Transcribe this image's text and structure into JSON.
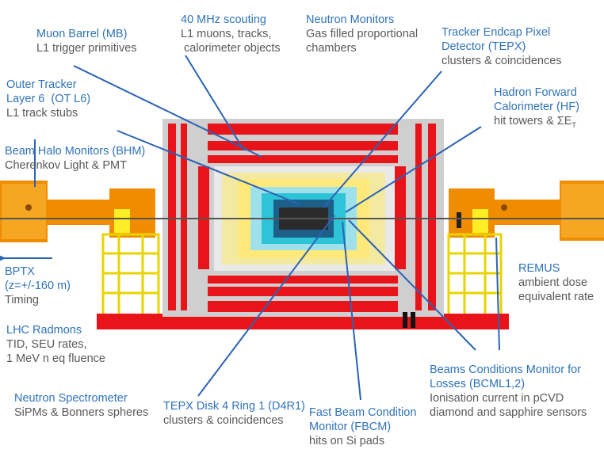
{
  "colors": {
    "title": "#2f73b8",
    "subtitle": "#595959",
    "pointer": "#2b63b5",
    "red": "#e8141a",
    "orange": "#f08c00",
    "yellow": "#ffed26",
    "cyan": "#2ec4d8"
  },
  "labels": {
    "muon_barrel": {
      "title": "Muon Barrel (MB)",
      "sub": [
        "L1 trigger primitives"
      ]
    },
    "scouting": {
      "title": "40 MHz scouting",
      "sub": [
        "L1 muons, tracks,",
        "calorimeter objects"
      ]
    },
    "neutron_monitors": {
      "title": "Neutron Monitors",
      "sub": [
        "Gas filled proportional",
        "chambers"
      ]
    },
    "tepx": {
      "title": [
        "Tracker Endcap Pixel",
        "Detector (TEPX)"
      ],
      "sub": [
        "clusters & coincidences"
      ]
    },
    "outer_tracker": {
      "title": [
        "Outer Tracker",
        "Layer 6  (OT L6)"
      ],
      "sub": [
        "L1 track stubs"
      ]
    },
    "hf": {
      "title": [
        "Hadron Forward",
        "Calorimeter (HF)"
      ],
      "sub_prefix": "hit towers & ",
      "sub_sigma": "ΣE",
      "sub_index": "T"
    },
    "bhm": {
      "title": "Beam Halo Monitors (BHM)",
      "sub": [
        "Cherenkov Light & PMT"
      ]
    },
    "bptx": {
      "title": [
        "BPTX",
        "(z=+/-160 m)"
      ],
      "sub": [
        "Timing"
      ]
    },
    "remus": {
      "title": "REMUS",
      "sub": [
        "ambient dose",
        "equivalent rate"
      ]
    },
    "radmons": {
      "title": "LHC Radmons",
      "sub": [
        "TID, SEU rates,",
        "1 MeV n eq fluence"
      ]
    },
    "bcml": {
      "title": [
        "Beams Conditions Monitor for",
        "Losses (BCML1,2)"
      ],
      "sub": [
        "Ionisation current in pCVD",
        "diamond and sapphire sensors"
      ]
    },
    "neutron_spectrometer": {
      "title": "Neutron Spectrometer",
      "sub": [
        "SiPMs & Bonners spheres"
      ]
    },
    "d4r1": {
      "title": "TEPX Disk 4 Ring 1 (D4R1)",
      "sub": [
        "clusters & coincidences"
      ]
    },
    "fbcm": {
      "title": [
        "Fast Beam Condition",
        "Monitor (FBCM)"
      ],
      "sub": [
        "hits on Si pads"
      ]
    }
  }
}
